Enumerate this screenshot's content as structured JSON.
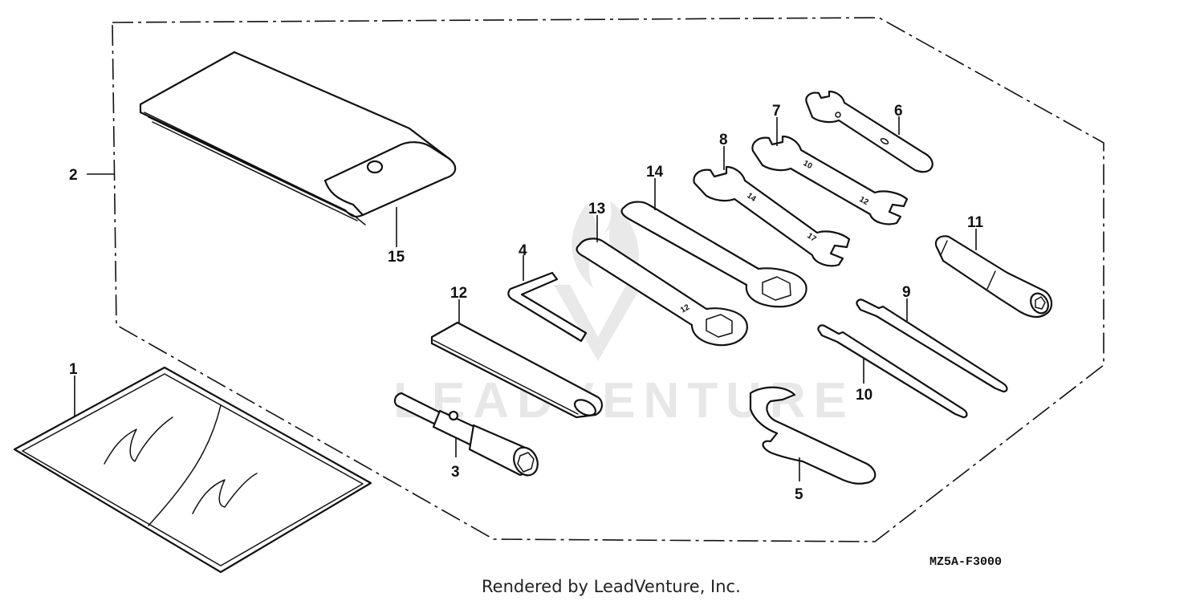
{
  "callouts": {
    "c1": "1",
    "c2": "2",
    "c3": "3",
    "c4": "4",
    "c5": "5",
    "c6": "6",
    "c7": "7",
    "c8": "8",
    "c9": "9",
    "c10": "10",
    "c11": "11",
    "c12": "12",
    "c13": "13",
    "c14": "14",
    "c15": "15"
  },
  "diagram_code": "MZ5A-F3000",
  "footer_text": "Rendered by LeadVenture, Inc.",
  "watermark_text": "LEADVENTURE"
}
